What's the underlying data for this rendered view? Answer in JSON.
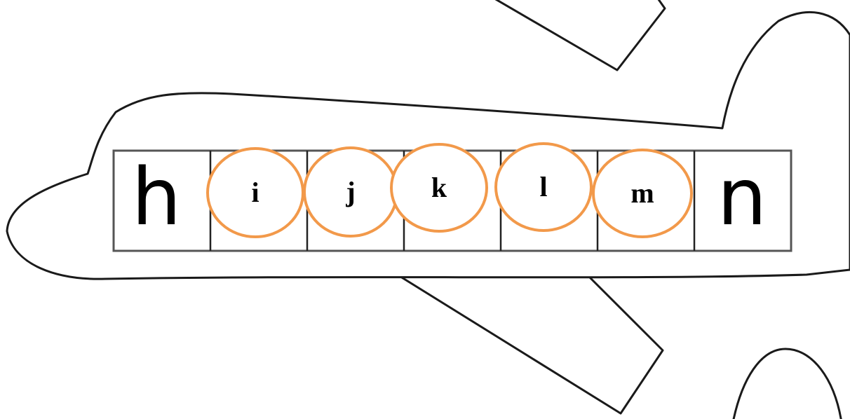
{
  "sequence": {
    "start_letter": "h",
    "end_letter": "n",
    "circled_letters": [
      "i",
      "j",
      "k",
      "l",
      "m"
    ]
  },
  "colors": {
    "circle_stroke": "#f2994a",
    "outline": "#1a1a1a",
    "background": "#ffffff"
  }
}
